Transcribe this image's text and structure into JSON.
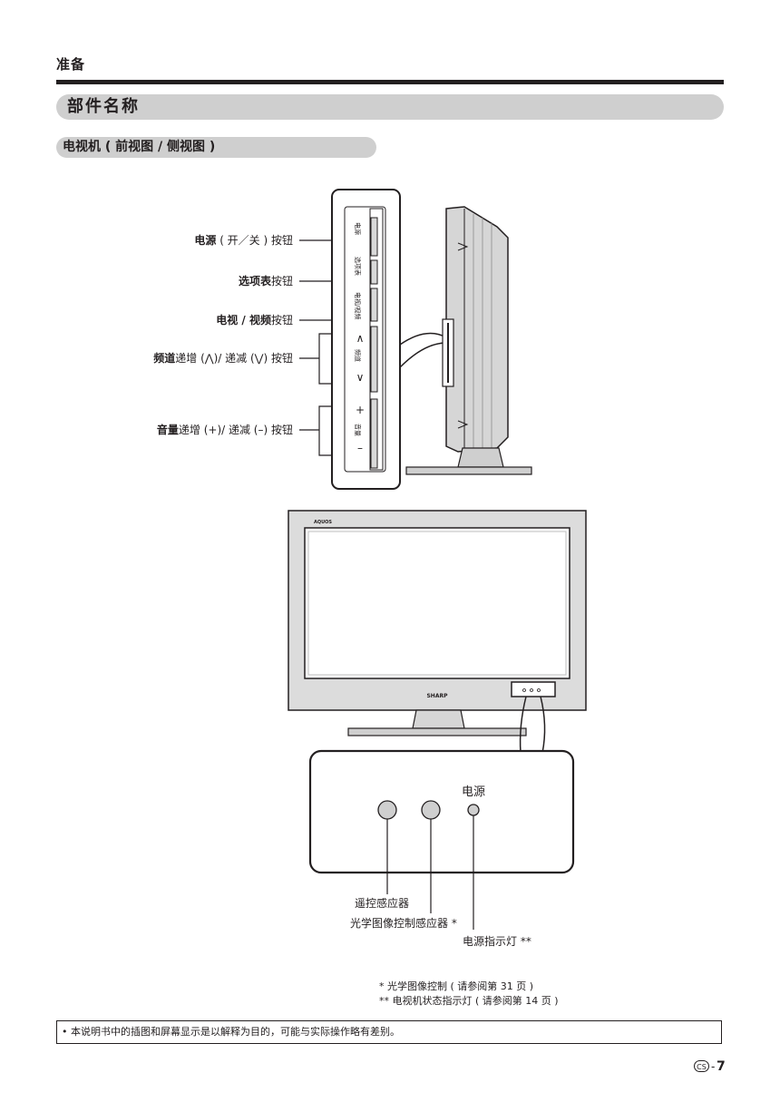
{
  "header": {
    "chapter": "准备"
  },
  "section": {
    "title": "部件名称"
  },
  "subsection": {
    "title": "电视机 ( 前视图 / 侧视图 )"
  },
  "side_labels": {
    "power": {
      "bold": "电源",
      "rest": " ( 开／关 ) 按钮"
    },
    "menu": {
      "bold": "选项表",
      "rest": "按钮"
    },
    "input": {
      "bold": "电视 / 视频",
      "rest": "按钮"
    },
    "channel": {
      "bold": "频道",
      "rest": "递增 (⋀)/ 递减 (⋁) 按钮"
    },
    "volume": {
      "bold": "音量",
      "rest": "递增 (+)/ 递减 (–) 按钮"
    }
  },
  "panel_texts": {
    "power": "电源",
    "menu": "选项表",
    "input": "电视/视频",
    "channel": "频道",
    "volume": "音量",
    "up": "∧",
    "down": "∨",
    "plus": "+",
    "minus": "–"
  },
  "front": {
    "brand": "SHARP",
    "logo": "AQUOS"
  },
  "detail": {
    "power_label": "电源",
    "remote_sensor": "遥控感应器",
    "opc_sensor": "光学图像控制感应器 *",
    "power_indicator": "电源指示灯 **"
  },
  "footnotes": [
    "* 光学图像控制 ( 请参阅第 31 页 )",
    "** 电视机状态指示灯 ( 请参阅第 14 页 )"
  ],
  "note": "• 本说明书中的插图和屏幕显示是以解释为目的，可能与实际操作略有差别。",
  "footer": {
    "lang_badge": "CS",
    "separator": "-",
    "page": "7"
  }
}
